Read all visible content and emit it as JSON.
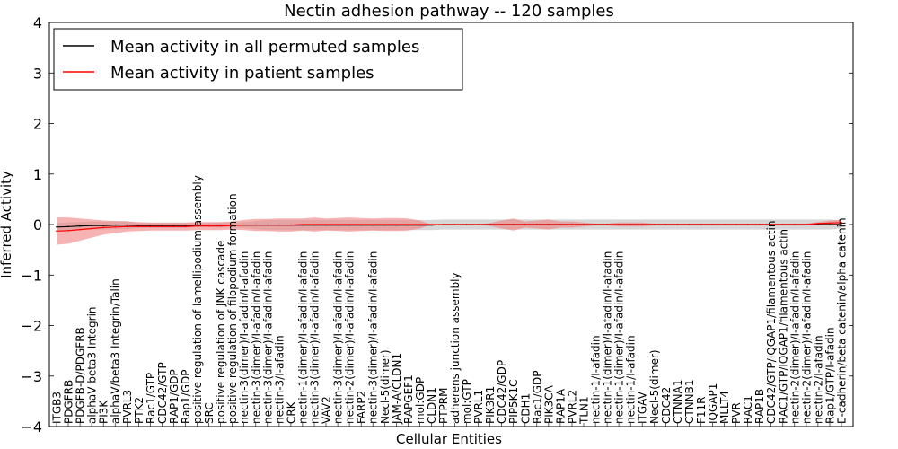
{
  "chart_data": {
    "type": "line",
    "title": "Nectin adhesion pathway -- 120 samples",
    "xlabel": "Cellular Entities",
    "ylabel": "Inferred Activity",
    "ylim": [
      -4,
      4
    ],
    "yticks": [
      -4,
      -3,
      -2,
      -1,
      0,
      1,
      2,
      3,
      4
    ],
    "ytick_labels": [
      "−4",
      "−3",
      "−2",
      "−1",
      "0",
      "1",
      "2",
      "3",
      "4"
    ],
    "legend_position": "upper-left",
    "categories": [
      "ITGB3",
      "PDGFRB",
      "PDGFB-D/PDGFRB",
      "alphaV beta3 Integrin",
      "PI3K",
      "alphaV/beta3 Integrin/Talin",
      "PVRL3",
      "PTK2",
      "Rac1/GTP",
      "CDC42/GTP",
      "RAP1/GDP",
      "Rap1/GDP",
      "positive regulation of lamellipodium assembly",
      "SRC",
      "positive regulation of JNK cascade",
      "positive regulation of filopodium formation",
      "nectin-3(dimer)/I-afadin/I-afadin",
      "nectin-3(dimer)/I-afadin/I-afadin",
      "nectin-3(dimer)/I-afadin/I-afadin",
      "nectin-3/I-afadin",
      "CRK",
      "nectin-1(dimer)/I-afadin/I-afadin",
      "nectin-3(dimer)/I-afadin/I-afadin",
      "VAV2",
      "nectin-3(dimer)/I-afadin/I-afadin",
      "nectin-2(dimer)/I-afadin/I-afadin",
      "FARP2",
      "nectin-3(dimer)/I-afadin/I-afadin",
      "Necl-5(dimer)",
      "JAM-A/CLDN1",
      "RAPGEF1",
      "mol:GDP",
      "CLDN1",
      "PTPRM",
      "adherens junction assembly",
      "mol:GTP",
      "PVRL1",
      "PIK3R1",
      "CDC42/GDP",
      "PIP5K1C",
      "CDH1",
      "Rac1/GDP",
      "PIK3CA",
      "RAP1A",
      "PVRL2",
      "TLN1",
      "nectin-1/I-afadin",
      "nectin-1(dimer)/I-afadin/I-afadin",
      "nectin-1(dimer)/I-afadin/I-afadin",
      "nectin-1/I-afadin",
      "ITGAV",
      "Necl-5(dimer)",
      "CDC42",
      "CTNNA1",
      "CTNNB1",
      "F11R",
      "IQGAP1",
      "MLLT4",
      "PVR",
      "RAC1",
      "RAP1B",
      "CDC42/GTP/IQGAP1/filamentous actin",
      "RAC1/GTP/IQGAP1/filamentous actin",
      "nectin-2(dimer)/I-afadin/I-afadin",
      "nectin-2(dimer)/I-afadin/I-afadin",
      "nectin-2/I-afadin",
      "Rap1/GTP/I-afadin",
      "E-cadherin/beta catenin/alpha catenin"
    ],
    "series": [
      {
        "name": "Mean activity in all permuted samples",
        "color": "#000000",
        "band_color": "#b0b0b0",
        "values": [
          -0.05,
          -0.04,
          -0.03,
          -0.02,
          -0.02,
          -0.01,
          -0.01,
          -0.02,
          -0.02,
          -0.02,
          -0.02,
          -0.02,
          -0.01,
          -0.01,
          -0.01,
          -0.01,
          -0.01,
          -0.01,
          -0.01,
          -0.01,
          -0.01,
          -0.01,
          -0.01,
          -0.01,
          -0.01,
          -0.01,
          -0.01,
          -0.01,
          -0.01,
          -0.01,
          -0.01,
          -0.01,
          -0.01,
          0.0,
          0.0,
          0.0,
          0.0,
          0.0,
          0.0,
          0.0,
          0.0,
          0.0,
          0.0,
          0.0,
          0.0,
          0.0,
          0.0,
          0.0,
          0.0,
          0.0,
          0.0,
          0.0,
          0.0,
          0.0,
          0.0,
          0.0,
          0.0,
          0.0,
          0.0,
          0.0,
          0.0,
          0.0,
          0.0,
          0.0,
          0.0,
          0.0,
          0.0,
          0.0
        ],
        "band_halfwidth": [
          0.08,
          0.08,
          0.08,
          0.08,
          0.08,
          0.08,
          0.08,
          0.05,
          0.05,
          0.05,
          0.05,
          0.05,
          0.04,
          0.04,
          0.05,
          0.05,
          0.06,
          0.08,
          0.1,
          0.1,
          0.1,
          0.1,
          0.1,
          0.1,
          0.1,
          0.1,
          0.1,
          0.1,
          0.1,
          0.1,
          0.1,
          0.1,
          0.1,
          0.1,
          0.1,
          0.1,
          0.1,
          0.1,
          0.1,
          0.1,
          0.1,
          0.1,
          0.1,
          0.1,
          0.1,
          0.1,
          0.1,
          0.1,
          0.1,
          0.1,
          0.1,
          0.1,
          0.1,
          0.1,
          0.1,
          0.1,
          0.1,
          0.1,
          0.1,
          0.1,
          0.1,
          0.1,
          0.1,
          0.1,
          0.1,
          0.1,
          0.1,
          0.08
        ]
      },
      {
        "name": "Mean activity in patient samples",
        "color": "#ff0000",
        "band_color": "#f08080",
        "values": [
          -0.13,
          -0.12,
          -0.1,
          -0.08,
          -0.06,
          -0.05,
          -0.04,
          -0.04,
          -0.04,
          -0.04,
          -0.04,
          -0.04,
          -0.03,
          -0.03,
          -0.03,
          -0.02,
          -0.01,
          -0.01,
          -0.01,
          -0.01,
          -0.01,
          0.0,
          0.0,
          0.0,
          0.0,
          0.0,
          0.0,
          0.0,
          0.0,
          0.0,
          0.0,
          0.0,
          0.0,
          0.0,
          0.0,
          0.0,
          0.0,
          0.0,
          0.0,
          0.0,
          0.0,
          0.0,
          0.0,
          0.0,
          0.0,
          0.0,
          0.0,
          0.0,
          0.0,
          0.0,
          0.0,
          0.0,
          0.0,
          0.0,
          0.0,
          0.0,
          0.0,
          0.0,
          0.0,
          0.0,
          0.0,
          0.0,
          0.0,
          0.0,
          0.0,
          0.02,
          0.03,
          0.04
        ],
        "band_halfwidth": [
          0.27,
          0.26,
          0.22,
          0.18,
          0.14,
          0.12,
          0.1,
          0.09,
          0.08,
          0.08,
          0.08,
          0.08,
          0.08,
          0.08,
          0.08,
          0.08,
          0.1,
          0.12,
          0.12,
          0.13,
          0.13,
          0.12,
          0.14,
          0.12,
          0.13,
          0.14,
          0.13,
          0.12,
          0.13,
          0.13,
          0.12,
          0.08,
          0.0,
          0.0,
          0.0,
          0.0,
          0.0,
          0.03,
          0.08,
          0.12,
          0.06,
          0.08,
          0.1,
          0.06,
          0.06,
          0.04,
          0.02,
          0.02,
          0.04,
          0.04,
          0.04,
          0.02,
          0.02,
          0.02,
          0.02,
          0.02,
          0.02,
          0.02,
          0.02,
          0.02,
          0.02,
          0.02,
          0.02,
          0.02,
          0.02,
          0.03,
          0.05,
          0.06
        ]
      }
    ]
  }
}
